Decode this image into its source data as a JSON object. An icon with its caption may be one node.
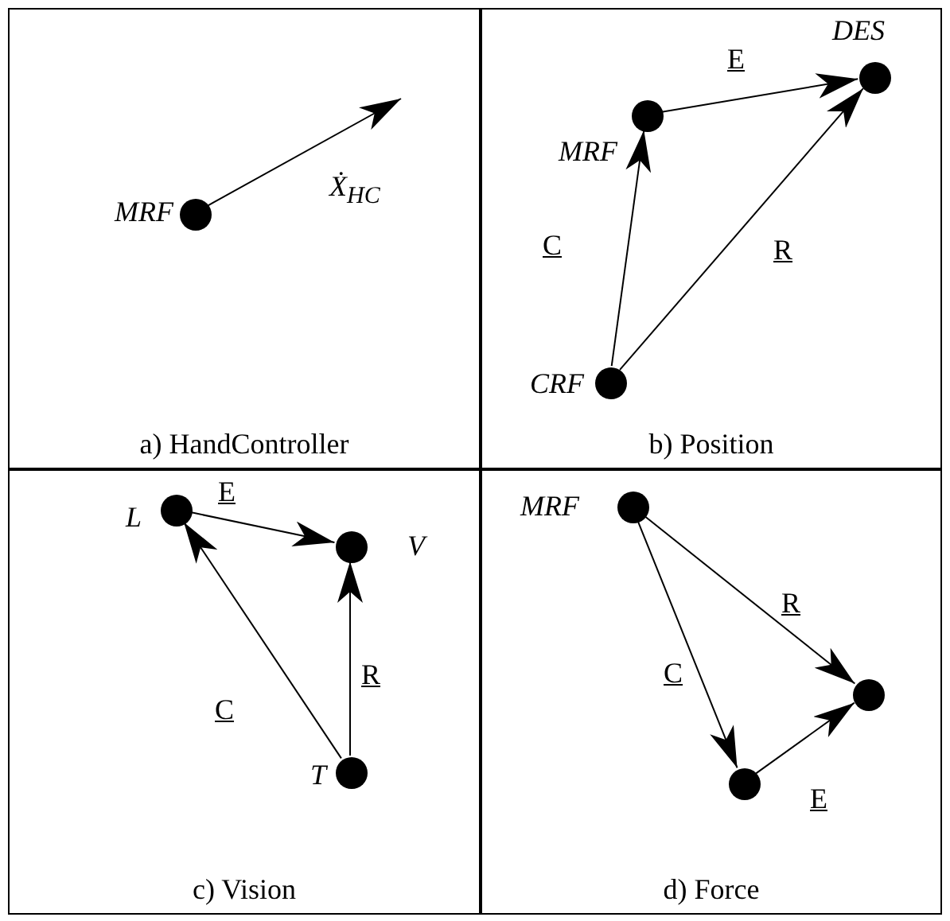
{
  "diagram": {
    "nodes": [
      {
        "text": [
          "a) HandController"
        ]
      },
      {
        "text": [
          "MRF"
        ],
        "in": 0
      },
      {
        "text": [
          "b) Position"
        ]
      },
      {
        "text": [
          "MRF"
        ],
        "in": 2
      },
      {
        "text": [
          "DES"
        ],
        "in": 2
      },
      {
        "text": [
          "CRF"
        ],
        "in": 2
      },
      {
        "text": [
          "c) Vision"
        ]
      },
      {
        "text": [
          "L"
        ],
        "in": 6
      },
      {
        "text": [
          "V"
        ],
        "in": 6
      },
      {
        "text": [
          "T"
        ],
        "in": 6
      },
      {
        "text": [
          "d) Force"
        ]
      },
      {
        "text": [
          "MRF"
        ],
        "in": 10
      },
      {
        "text": [],
        "shape": "circle",
        "in": 10
      },
      {
        "text": [],
        "shape": "circle",
        "in": 10
      }
    ],
    "edges": [
      {
        "from": 1,
        "to": null,
        "arrow": "to",
        "label": "Ẋ$_{HC}$"
      },
      {
        "from": 5,
        "to": 3,
        "arrow": "to",
        "label": "C"
      },
      {
        "from": 5,
        "to": 4,
        "arrow": "to",
        "label": "R"
      },
      {
        "from": 3,
        "to": 4,
        "arrow": "to",
        "label": "E"
      },
      {
        "from": 7,
        "to": 8,
        "arrow": "to",
        "label": "E"
      },
      {
        "from": 9,
        "to": 8,
        "arrow": "to",
        "label": "R"
      },
      {
        "from": 9,
        "to": 7,
        "arrow": "to",
        "label": "C"
      },
      {
        "from": 11,
        "to": 12,
        "arrow": "to",
        "label": "R"
      },
      {
        "from": 11,
        "to": 13,
        "arrow": "to",
        "label": "C"
      },
      {
        "from": 13,
        "to": 12,
        "arrow": "to",
        "label": "E"
      }
    ]
  }
}
